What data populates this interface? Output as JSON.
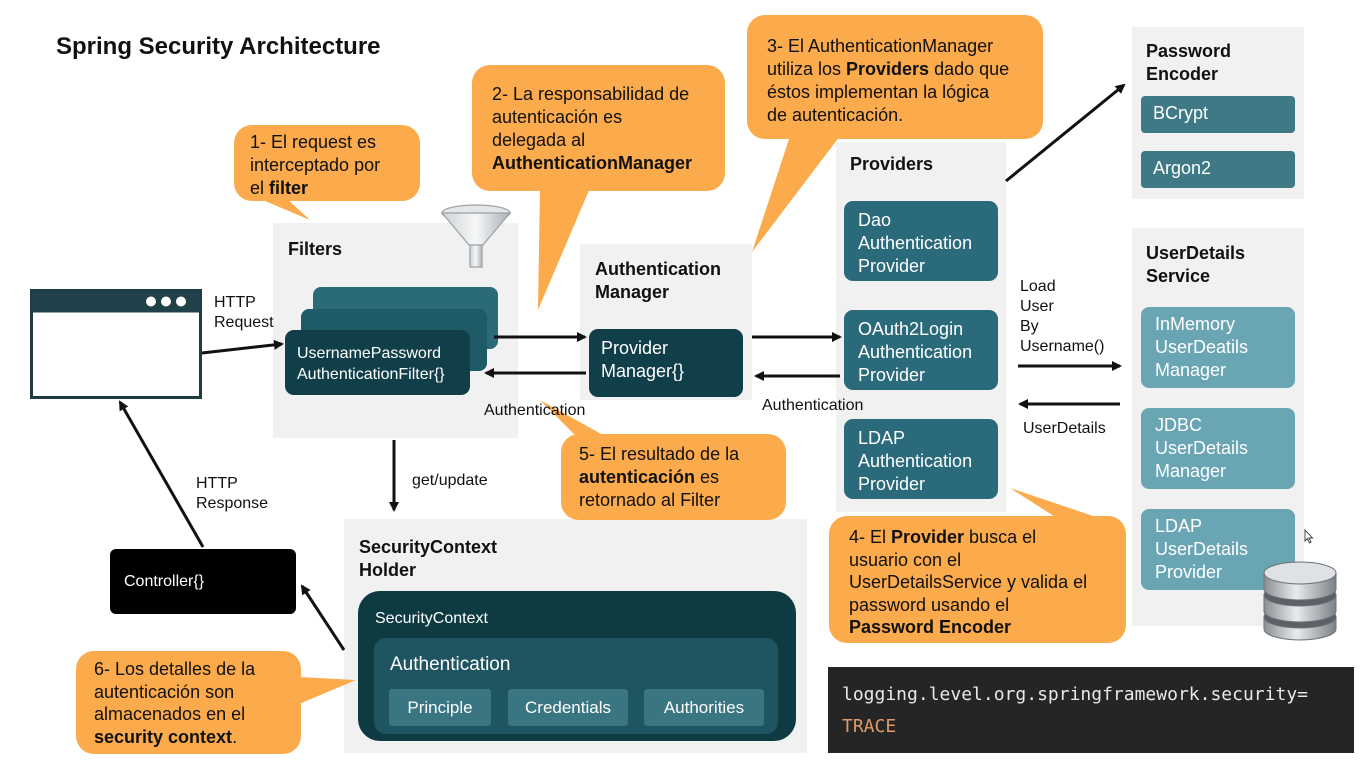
{
  "title": "Spring Security Architecture",
  "filters": {
    "title": "Filters",
    "filter_box": [
      "UsernamePassword",
      "AuthenticationFilter{}"
    ]
  },
  "auth_manager": {
    "title": [
      "Authentication",
      "Manager"
    ],
    "box": [
      "Provider",
      "Manager{}"
    ]
  },
  "providers": {
    "title": "Providers",
    "items": [
      [
        "Dao",
        "Authentication",
        "Provider"
      ],
      [
        "OAuth2Login",
        "Authentication",
        "Provider"
      ],
      [
        "LDAP",
        "Authentication",
        "Provider"
      ]
    ]
  },
  "password_encoder": {
    "title": [
      "Password",
      "Encoder"
    ],
    "items": [
      "BCrypt",
      "Argon2"
    ]
  },
  "user_details_service": {
    "title": [
      "UserDetails",
      "Service"
    ],
    "items": [
      [
        "InMemory",
        "UserDeatils",
        "Manager"
      ],
      [
        "JDBC",
        "UserDetails",
        "Manager"
      ],
      [
        "LDAP",
        "UserDetails",
        "Provider"
      ]
    ]
  },
  "security_context_holder": {
    "title": [
      "SecurityContext",
      "Holder"
    ],
    "context_label": "SecurityContext",
    "authentication_label": "Authentication",
    "chips": [
      "Principle",
      "Credentials",
      "Authorities"
    ]
  },
  "controller": "Controller{}",
  "labels": {
    "http_request": [
      "HTTP",
      "Request"
    ],
    "http_response": [
      "HTTP",
      "Response"
    ],
    "authentication_1": "Authentication",
    "authentication_2": "Authentication",
    "get_update": "get/update",
    "load_user": [
      "Load",
      "User",
      "By",
      "Username()"
    ],
    "user_details": "UserDetails"
  },
  "callouts": {
    "c1": {
      "l1": "1- El request es",
      "l2": "interceptado por",
      "l3a": "el ",
      "l3b": "filter"
    },
    "c2": {
      "l1": "2- La responsabilidad de",
      "l2": "autenticación es",
      "l3": "delegada al",
      "l4": "AuthenticationManager"
    },
    "c3": {
      "l1": "3- El AuthenticationManager",
      "l2a": "utiliza los ",
      "l2b": "Providers",
      "l2c": " dado que",
      "l3": "éstos implementan la lógica",
      "l4": "de autenticación."
    },
    "c4": {
      "l1a": "4- El ",
      "l1b": "Provider",
      "l1c": " busca el",
      "l2": "usuario con el",
      "l3": "UserDetailsService y valida el",
      "l4": "password usando el",
      "l5": "Password Encoder"
    },
    "c5": {
      "l1": "5- El resultado de la",
      "l2a": "autenticación",
      "l2b": " es",
      "l3": "retornado al Filter"
    },
    "c6": {
      "l1": "6- Los detalles de la",
      "l2": "autenticación son",
      "l3": "almacenados en el",
      "l4a": "security context",
      "l4b": "."
    }
  },
  "code": {
    "key": "logging.level.org.springframework.security=",
    "value": "TRACE"
  },
  "colors": {
    "callout": "#fbaa4c",
    "box": "#1d5866",
    "dark_box": "#113f49",
    "light_box": "#6aa5b4",
    "panel": "#f1f1f1"
  },
  "icons": [
    "browser-window-icon",
    "funnel-icon",
    "database-icon",
    "mouse-cursor-icon"
  ]
}
